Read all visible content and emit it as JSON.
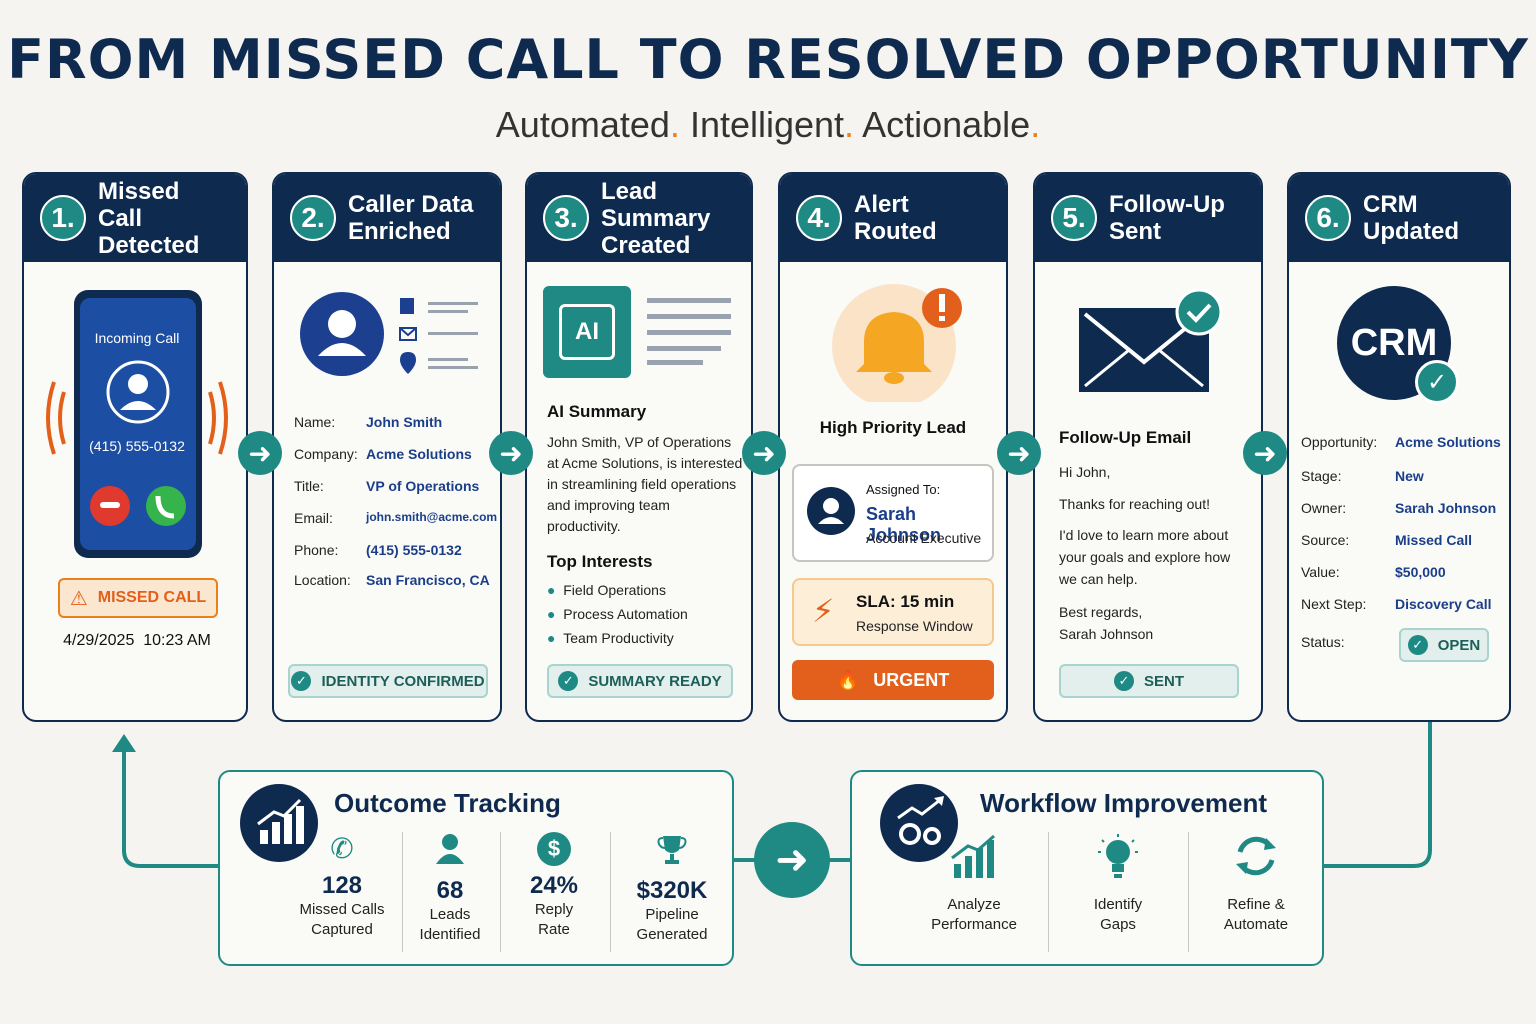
{
  "header": {
    "title": "FROM MISSED CALL TO RESOLVED OPPORTUNITY",
    "subtitle": [
      "Automated",
      "Intelligent",
      "Actionable"
    ]
  },
  "steps": [
    {
      "num": "1.",
      "title": "Missed Call Detected",
      "phone": {
        "label": "Incoming Call",
        "number": "(415) 555-0132"
      },
      "badge": "MISSED CALL",
      "timestamp": "4/29/2025  10:23 AM"
    },
    {
      "num": "2.",
      "title": "Caller Data Enriched",
      "fields": [
        {
          "k": "Name:",
          "v": "John Smith"
        },
        {
          "k": "Company:",
          "v": "Acme Solutions"
        },
        {
          "k": "Title:",
          "v": "VP of Operations"
        },
        {
          "k": "Email:",
          "v": "john.smith@acme.com"
        },
        {
          "k": "Phone:",
          "v": "(415) 555-0132"
        },
        {
          "k": "Location:",
          "v": "San Francisco, CA"
        }
      ],
      "badge": "IDENTITY CONFIRMED"
    },
    {
      "num": "3.",
      "title": "Lead Summary Created",
      "ai_label": "AI",
      "summary_heading": "AI Summary",
      "summary_text": "John Smith, VP of Operations at Acme Solutions, is interested in streamlining field operations and improving team productivity.",
      "interests_heading": "Top Interests",
      "interests": [
        "Field Operations",
        "Process Automation",
        "Team Productivity"
      ],
      "badge": "SUMMARY READY"
    },
    {
      "num": "4.",
      "title": "Alert Routed",
      "priority": "High Priority Lead",
      "assigned_label": "Assigned To:",
      "assignee": "Sarah Johnson",
      "role": "Account Executive",
      "sla": "SLA: 15 min",
      "sla_sub": "Response Window",
      "urgent": "URGENT"
    },
    {
      "num": "5.",
      "title": "Follow-Up Sent",
      "email_heading": "Follow-Up Email",
      "email_lines": [
        "Hi John,",
        "Thanks for reaching out!",
        "I'd love to learn more about your goals and explore how we can help.",
        "Best regards,",
        "Sarah Johnson"
      ],
      "badge": "SENT"
    },
    {
      "num": "6.",
      "title": "CRM Updated",
      "crm_label": "CRM",
      "fields": [
        {
          "k": "Opportunity:",
          "v": "Acme Solutions"
        },
        {
          "k": "Stage:",
          "v": "New"
        },
        {
          "k": "Owner:",
          "v": "Sarah Johnson"
        },
        {
          "k": "Source:",
          "v": "Missed Call"
        },
        {
          "k": "Value:",
          "v": "$50,000"
        },
        {
          "k": "Next Step:",
          "v": "Discovery Call"
        }
      ],
      "status_label": "Status:",
      "status": "OPEN"
    }
  ],
  "outcome": {
    "title": "Outcome Tracking",
    "metrics": [
      {
        "value": "128",
        "label1": "Missed Calls",
        "label2": "Captured",
        "icon": "phone-icon"
      },
      {
        "value": "68",
        "label1": "Leads",
        "label2": "Identified",
        "icon": "person-icon"
      },
      {
        "value": "24%",
        "label1": "Reply",
        "label2": "Rate",
        "icon": "dollar-icon"
      },
      {
        "value": "$320K",
        "label1": "Pipeline",
        "label2": "Generated",
        "icon": "trophy-icon"
      }
    ]
  },
  "improvement": {
    "title": "Workflow Improvement",
    "items": [
      {
        "label1": "Analyze",
        "label2": "Performance",
        "icon": "bar-growth-icon"
      },
      {
        "label1": "Identify",
        "label2": "Gaps",
        "icon": "lightbulb-icon"
      },
      {
        "label1": "Refine &",
        "label2": "Automate",
        "icon": "refresh-icon"
      }
    ]
  },
  "colors": {
    "navy": "#0e2a4f",
    "teal": "#1f8a84",
    "orange": "#e2601c",
    "accent": "#e8801b"
  }
}
